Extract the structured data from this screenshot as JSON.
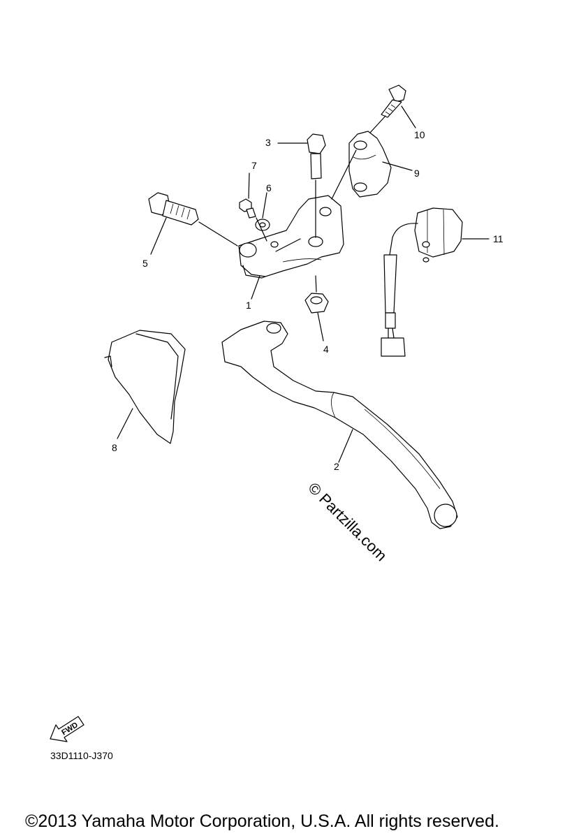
{
  "callouts": {
    "c1": "1",
    "c2": "2",
    "c3": "3",
    "c4": "4",
    "c5": "5",
    "c6": "6",
    "c7": "7",
    "c8": "8",
    "c9": "9",
    "c10": "10",
    "c11": "11"
  },
  "watermark": "© Partzilla.com",
  "fwd_label": "FWD",
  "diagram_code": "33D1110-J370",
  "copyright": "©2013 Yamaha Motor Corporation, U.S.A. All rights reserved."
}
